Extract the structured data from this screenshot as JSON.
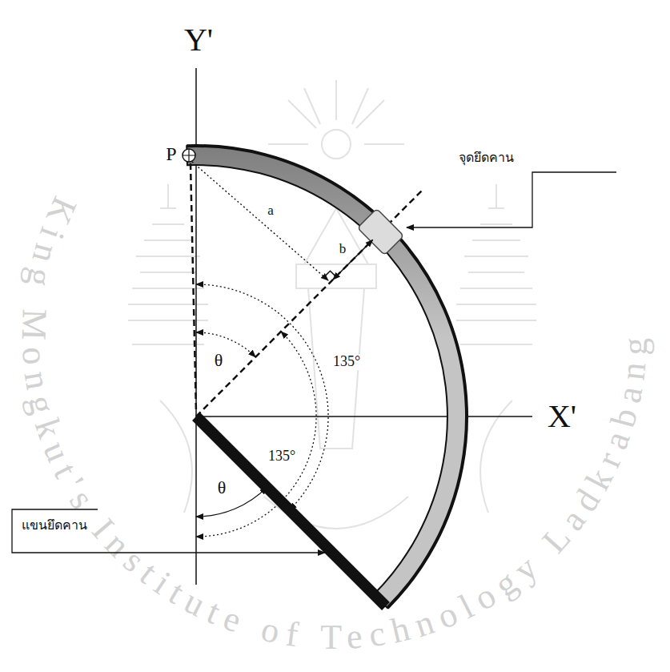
{
  "diagram": {
    "labels": [
      "Y'",
      "X'",
      "P",
      "a",
      "b",
      "θ",
      "θ",
      "135°",
      "135°",
      "จุดยึดคาน",
      "แขนยึดคาน",
      "King Mongkut's Institute of Technology Ladkrabang"
    ]
  }
}
